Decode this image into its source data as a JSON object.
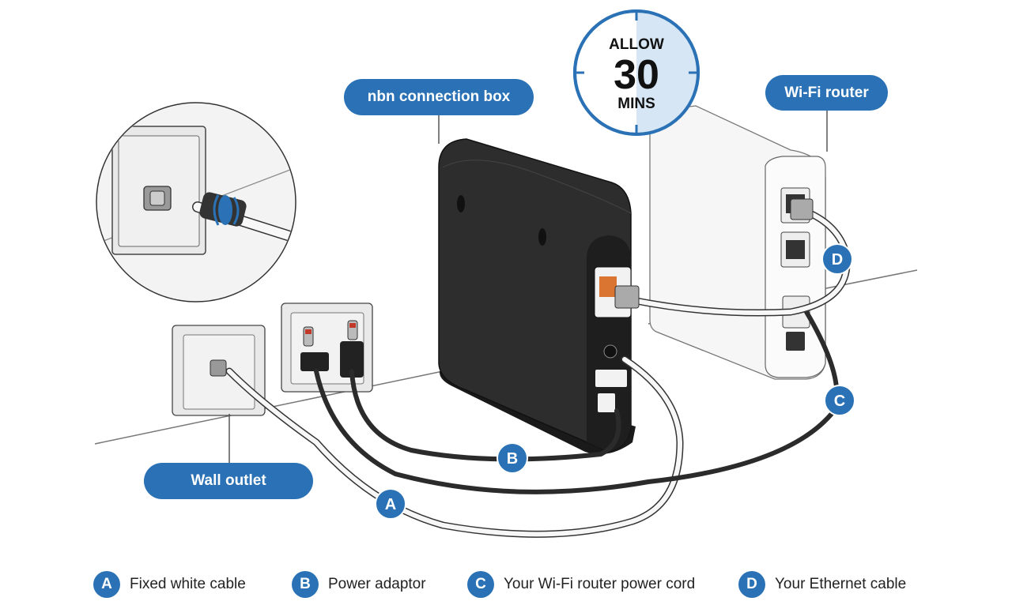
{
  "labels": {
    "nbn_box": "nbn connection box",
    "wifi_router": "Wi-Fi router",
    "wall_outlet": "Wall outlet"
  },
  "timer": {
    "line1": "ALLOW",
    "line2": "30",
    "line3": "MINS"
  },
  "cable_markers": [
    "A",
    "B",
    "C",
    "D"
  ],
  "legend": [
    {
      "letter": "A",
      "text": "Fixed white cable"
    },
    {
      "letter": "B",
      "text": "Power adaptor"
    },
    {
      "letter": "C",
      "text": "Your Wi-Fi router power cord"
    },
    {
      "letter": "D",
      "text": "Your Ethernet cable"
    }
  ],
  "colors": {
    "accent": "#2a72b5",
    "device_dark": "#2d2d2d",
    "router_light": "#f4f4f4"
  }
}
